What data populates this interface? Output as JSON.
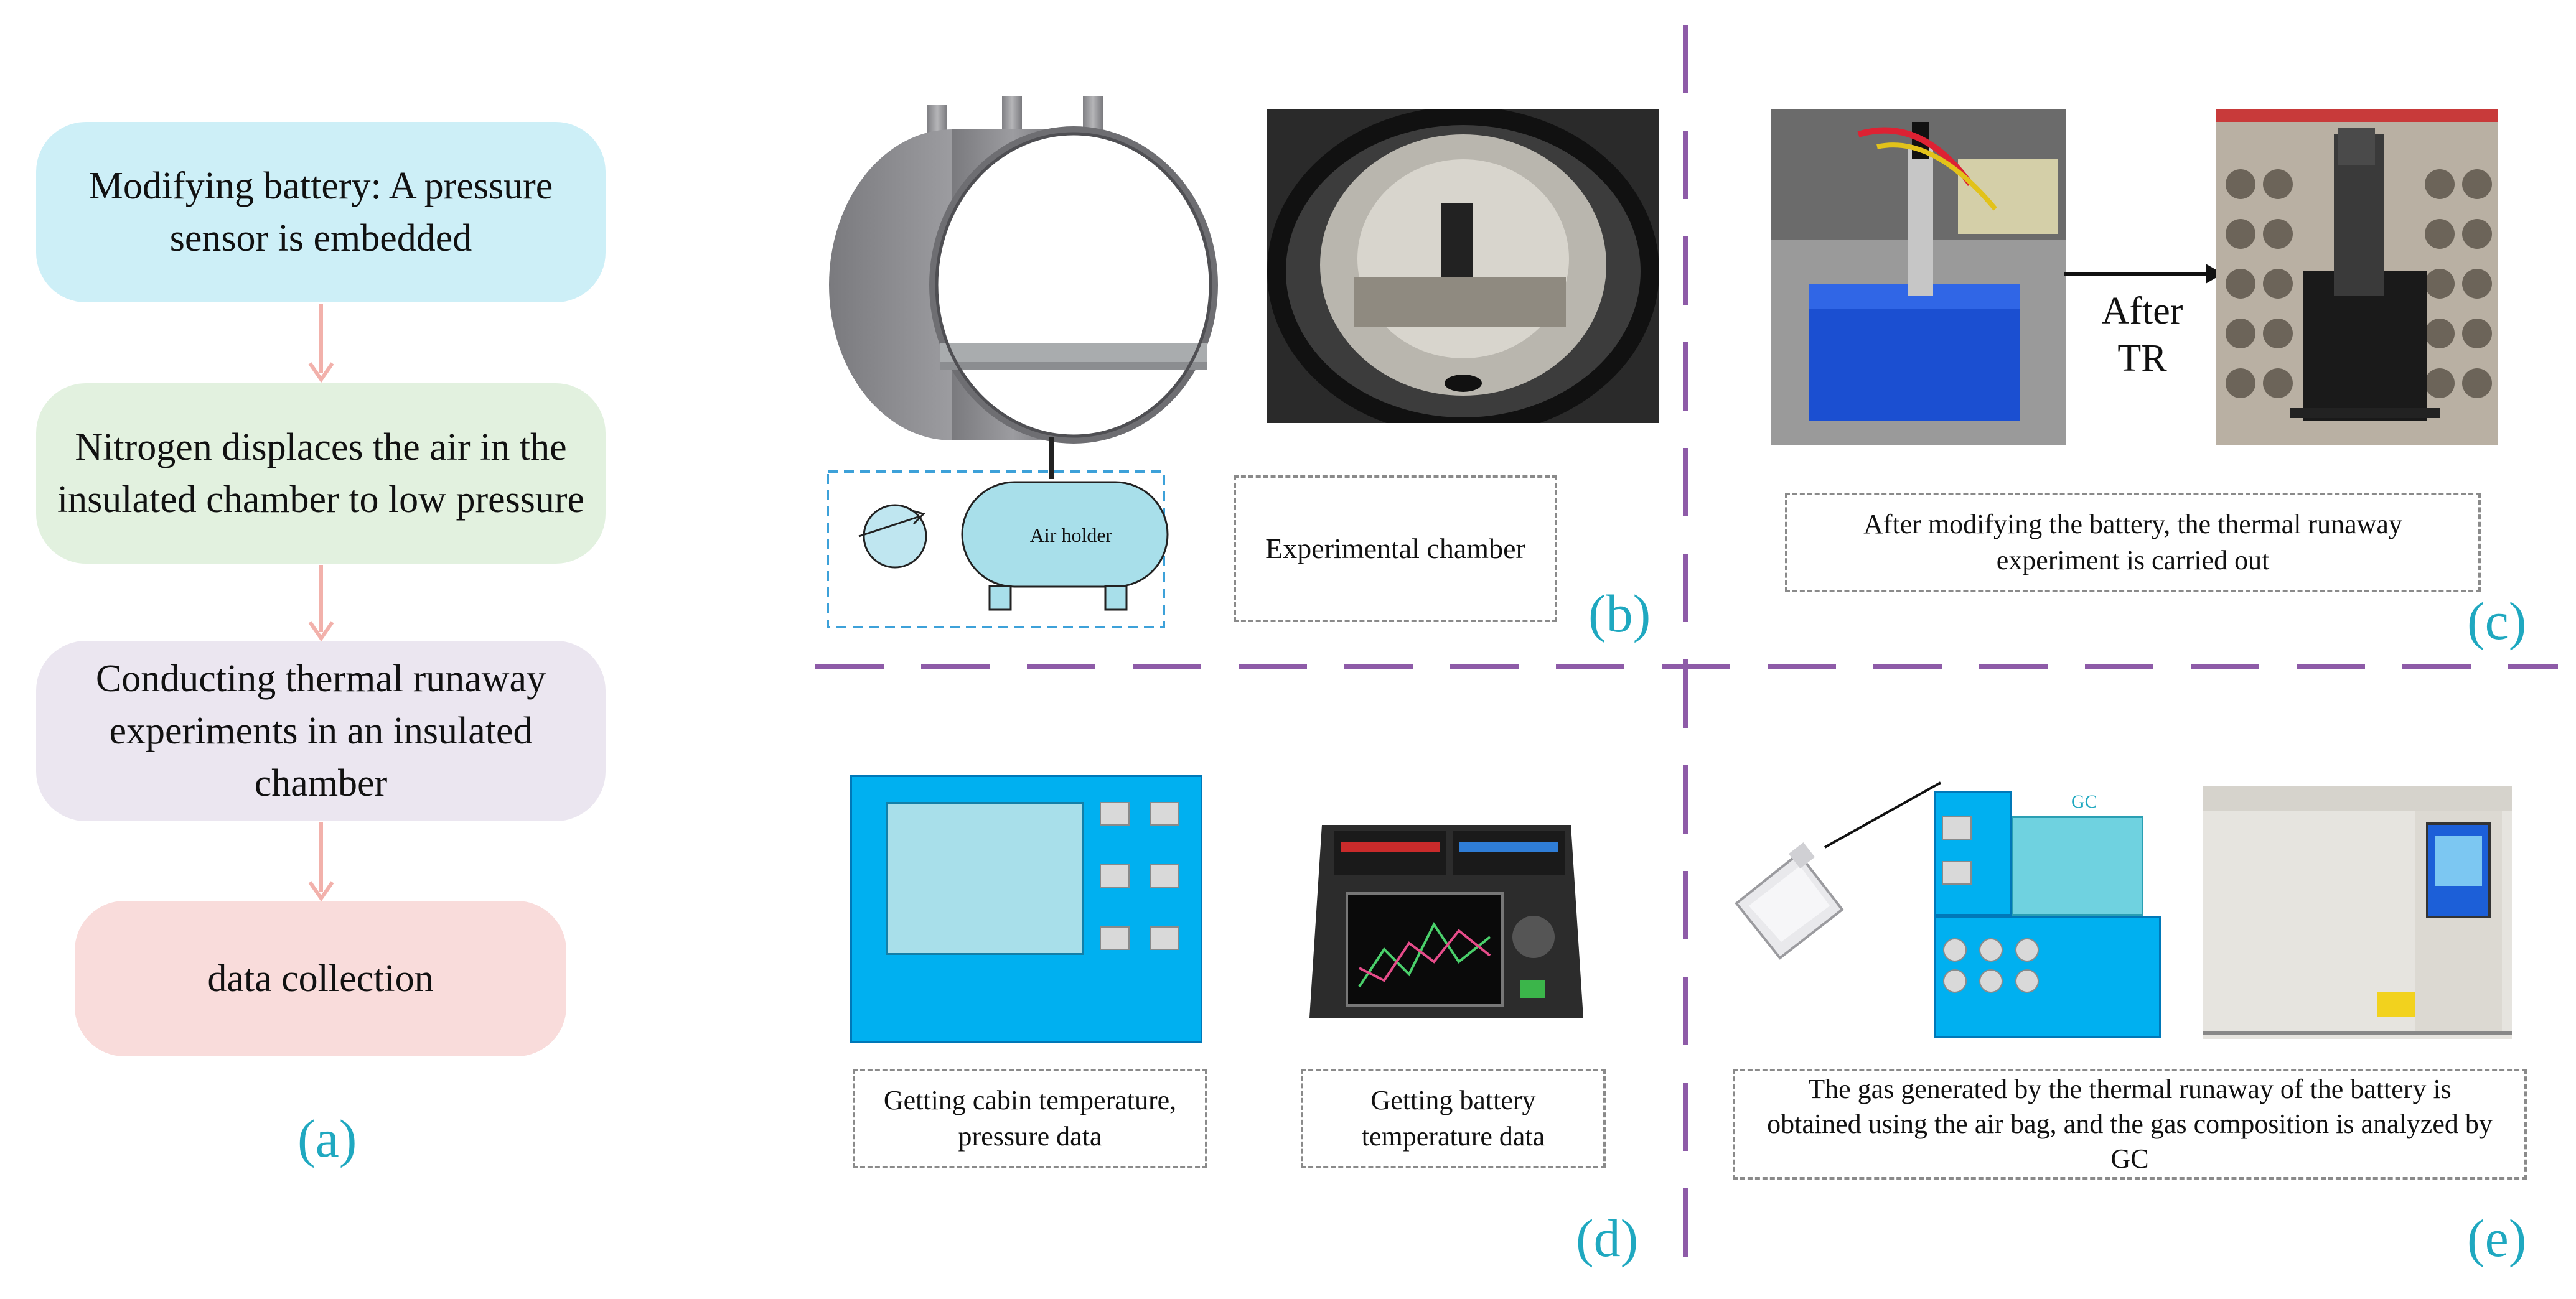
{
  "flowchart": {
    "steps": [
      {
        "text": "Modifying battery: A pressure sensor is embedded",
        "color": "#cdeff7"
      },
      {
        "text": "Nitrogen displaces the air in the insulated chamber to low pressure",
        "color": "#e2f1df"
      },
      {
        "text": "Conducting thermal runaway experiments in an insulated chamber",
        "color": "#ebe6f0"
      },
      {
        "text": "data collection",
        "color": "#f9dcdb"
      }
    ],
    "arrow_color": "#f2b1ab",
    "label": "(a)"
  },
  "panel_b": {
    "air_holder_label": "Air holder",
    "caption": "Experimental chamber",
    "label": "(b)"
  },
  "panel_c": {
    "arrow_text_line1": "After",
    "arrow_text_line2": "TR",
    "caption": "After modifying the battery, the thermal runaway experiment is carried out",
    "label": "(c)"
  },
  "panel_d": {
    "caption_left": "Getting cabin temperature, pressure data",
    "caption_right": "Getting battery temperature data",
    "label": "(d)"
  },
  "panel_e": {
    "gc_label": "GC",
    "caption": "The gas generated by the thermal runaway of the battery is obtained using the air bag, and the gas composition is analyzed by GC",
    "label": "(e)"
  },
  "colors": {
    "accent_label": "#1fa8c0",
    "divider": "#8e5ba8",
    "device_blue": "#00b0f0",
    "screen_light": "#a8dfea"
  }
}
